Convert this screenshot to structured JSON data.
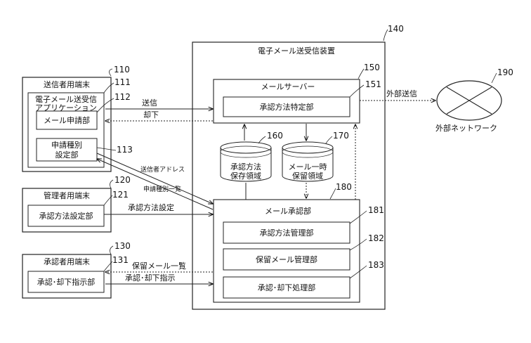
{
  "devices": {
    "sender_terminal": {
      "label": "送信者用端末",
      "ref": "110"
    },
    "mail_app": {
      "label_line1": "電子メール送受信",
      "label_line2": "アプリケーション",
      "ref": "111"
    },
    "mail_request": {
      "label": "メール申請部",
      "ref": "112"
    },
    "request_type": {
      "label_line1": "申請種別",
      "label_line2": "設定部",
      "ref": "113"
    },
    "admin_terminal": {
      "label": "管理者用端末",
      "ref": "120"
    },
    "approval_method_setting": {
      "label": "承認方法設定部",
      "ref": "121"
    },
    "approver_terminal": {
      "label": "承認者用端末",
      "ref": "130"
    },
    "approve_reject_instruct": {
      "label": "承認･却下指示部",
      "ref": "131"
    },
    "mail_device": {
      "label": "電子メール送受信装置",
      "ref": "140"
    },
    "mail_server": {
      "label": "メールサーバー",
      "ref": "150"
    },
    "approval_method_identify": {
      "label": "承認方法特定部",
      "ref": "151"
    },
    "approval_method_storage": {
      "label_line1": "承認方法",
      "label_line2": "保存領域",
      "ref": "160"
    },
    "mail_hold_storage": {
      "label_line1": "メール一時",
      "label_line2": "保留領域",
      "ref": "170"
    },
    "mail_approval": {
      "label": "メール承認部",
      "ref": "180"
    },
    "approval_method_mgmt": {
      "label": "承認方法管理部",
      "ref": "181"
    },
    "hold_mail_mgmt": {
      "label": "保留メール管理部",
      "ref": "182"
    },
    "approve_reject_process": {
      "label": "承認･却下処理部",
      "ref": "183"
    },
    "external_network": {
      "label": "外部ネットワーク",
      "ref": "190"
    }
  },
  "flows": {
    "send": "送信",
    "reject": "却下",
    "sender_address": "送信者アドレス",
    "request_type_list": "申請種別一覧",
    "approval_method_setting": "承認方法設定",
    "hold_mail_list": "保留メール一覧",
    "approve_reject_instruct": "承認･却下指示",
    "external_send": "外部送信"
  }
}
